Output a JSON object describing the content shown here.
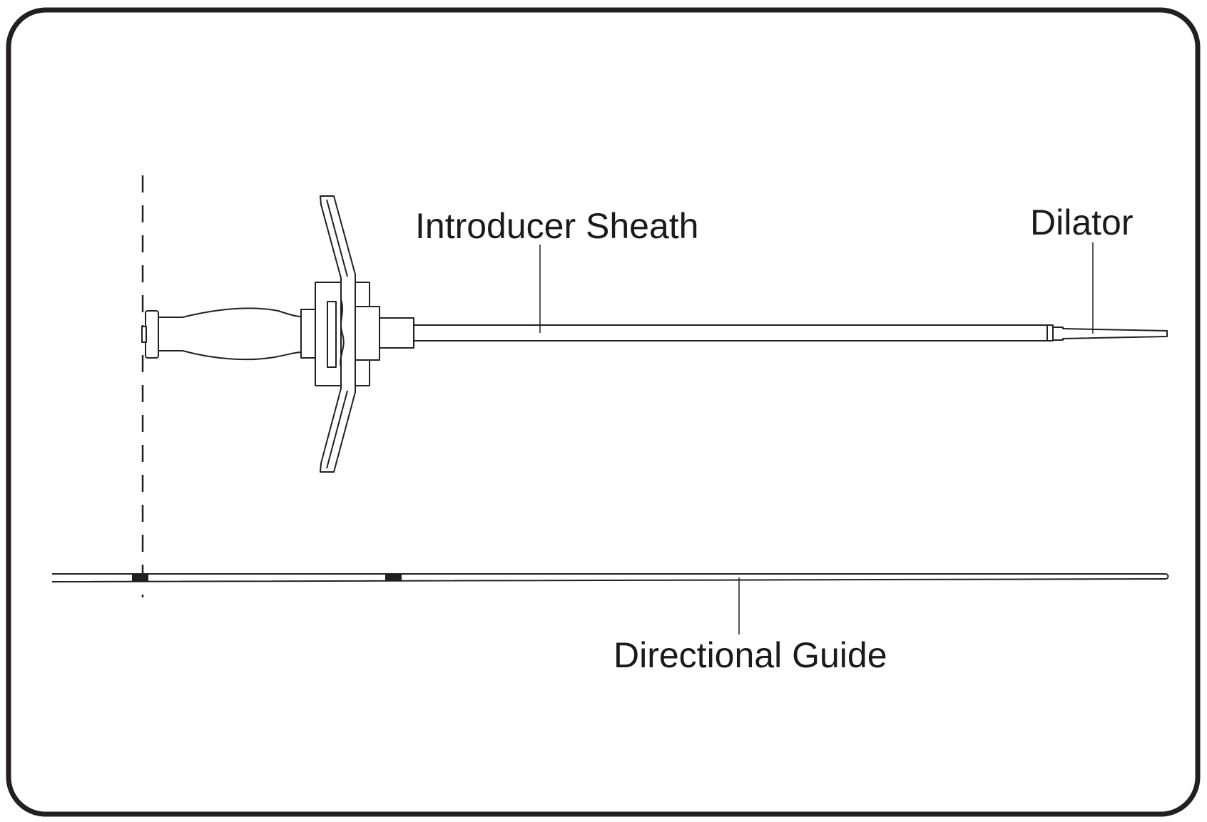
{
  "labels": {
    "introducer_sheath": "Introducer Sheath",
    "dilator": "Dilator",
    "directional_guide": "Directional Guide"
  },
  "colors": {
    "stroke": "#231f20",
    "background": "#ffffff",
    "text": "#1a1a1a"
  }
}
